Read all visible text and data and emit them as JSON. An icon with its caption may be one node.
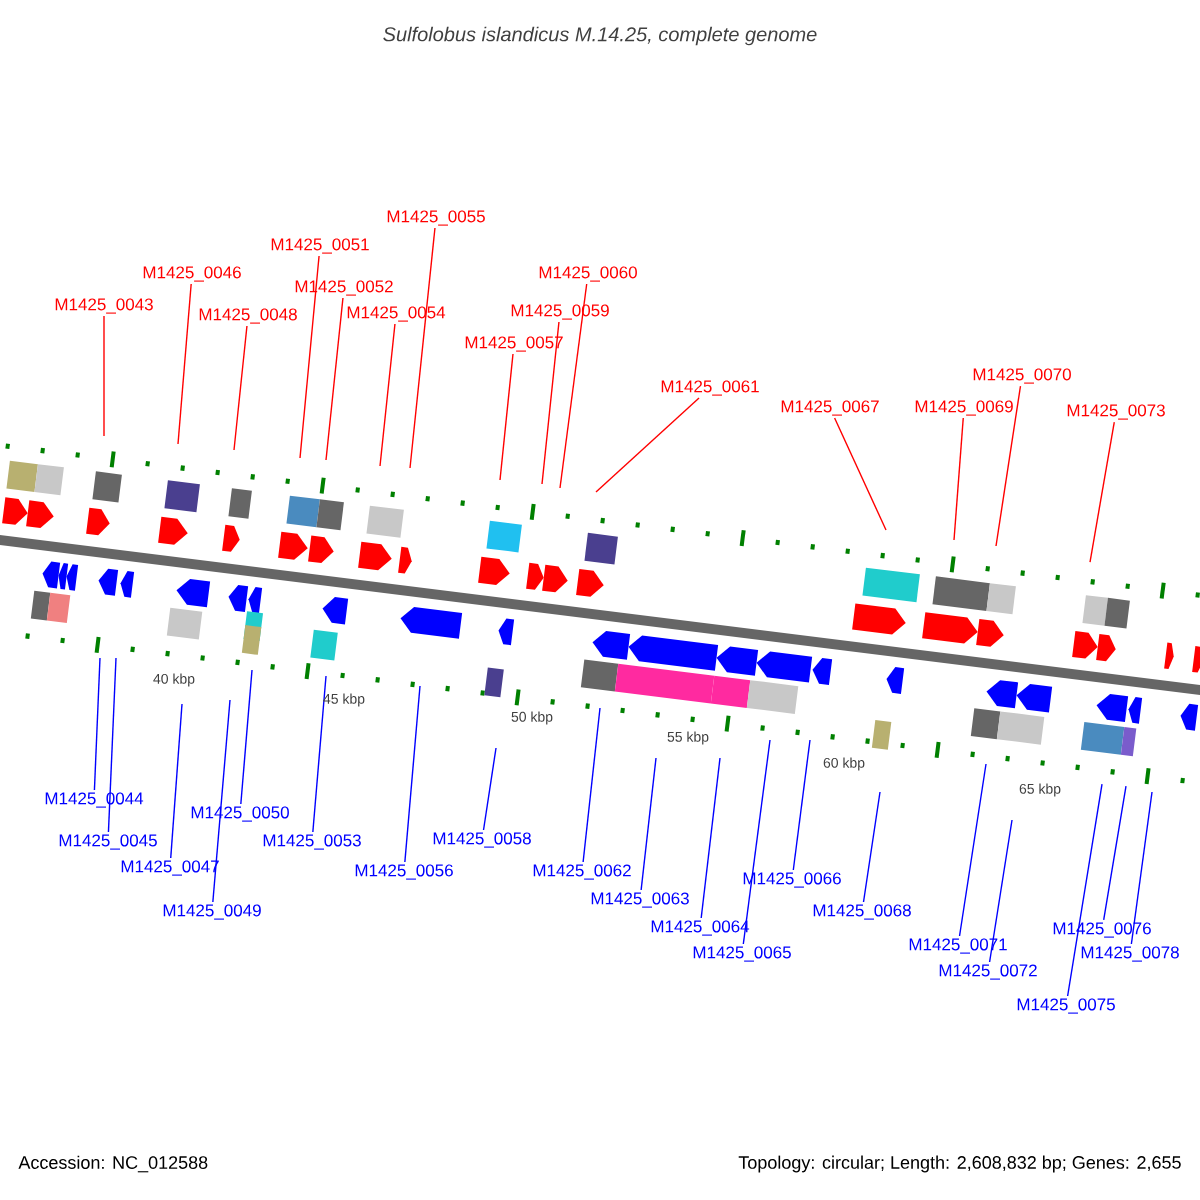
{
  "diagram": {
    "title": "Sulfolobus islandicus M.14.25, complete genome",
    "nodes": [
      {
        "text": [
          "M1425_0043"
        ]
      },
      {
        "text": [
          "M1425_0046"
        ]
      },
      {
        "text": [
          "M1425_0048"
        ]
      },
      {
        "text": [
          "M1425_0051"
        ]
      },
      {
        "text": [
          "M1425_0052"
        ]
      },
      {
        "text": [
          "M1425_0054"
        ]
      },
      {
        "text": [
          "M1425_0055"
        ]
      },
      {
        "text": [
          "M1425_0057"
        ]
      },
      {
        "text": [
          "M1425_0059"
        ]
      },
      {
        "text": [
          "M1425_0060"
        ]
      },
      {
        "text": [
          "M1425_0061"
        ]
      },
      {
        "text": [
          "M1425_0067"
        ]
      },
      {
        "text": [
          "M1425_0069"
        ]
      },
      {
        "text": [
          "M1425_0070"
        ]
      },
      {
        "text": [
          "M1425_0073"
        ]
      },
      {
        "text": [
          "M1425_0044"
        ]
      },
      {
        "text": [
          "M1425_0045"
        ]
      },
      {
        "text": [
          "M1425_0047"
        ]
      },
      {
        "text": [
          "M1425_0049"
        ]
      },
      {
        "text": [
          "M1425_0050"
        ]
      },
      {
        "text": [
          "M1425_0053"
        ]
      },
      {
        "text": [
          "M1425_0056"
        ]
      },
      {
        "text": [
          "M1425_0058"
        ]
      },
      {
        "text": [
          "M1425_0062"
        ]
      },
      {
        "text": [
          "M1425_0063"
        ]
      },
      {
        "text": [
          "M1425_0064"
        ]
      },
      {
        "text": [
          "M1425_0065"
        ]
      },
      {
        "text": [
          "M1425_0066"
        ]
      },
      {
        "text": [
          "M1425_0068"
        ]
      },
      {
        "text": [
          "M1425_0071"
        ]
      },
      {
        "text": [
          "M1425_0072"
        ]
      },
      {
        "text": [
          "M1425_0075"
        ]
      },
      {
        "text": [
          "M1425_0076"
        ]
      },
      {
        "text": [
          "M1425_0078"
        ]
      }
    ],
    "edges": [
      {
        "from": 0,
        "to": null,
        "arrow": "none",
        "color": "#ff0000"
      },
      {
        "from": 1,
        "to": null,
        "arrow": "none",
        "color": "#ff0000"
      },
      {
        "from": 2,
        "to": null,
        "arrow": "none",
        "color": "#ff0000"
      },
      {
        "from": 3,
        "to": null,
        "arrow": "none",
        "color": "#ff0000"
      },
      {
        "from": 4,
        "to": null,
        "arrow": "none",
        "color": "#ff0000"
      },
      {
        "from": 5,
        "to": null,
        "arrow": "none",
        "color": "#ff0000"
      },
      {
        "from": 6,
        "to": null,
        "arrow": "none",
        "color": "#ff0000"
      },
      {
        "from": 7,
        "to": null,
        "arrow": "none",
        "color": "#ff0000"
      },
      {
        "from": 8,
        "to": null,
        "arrow": "none",
        "color": "#ff0000"
      },
      {
        "from": 9,
        "to": null,
        "arrow": "none",
        "color": "#ff0000"
      },
      {
        "from": 10,
        "to": null,
        "arrow": "none",
        "color": "#ff0000"
      },
      {
        "from": 11,
        "to": null,
        "arrow": "none",
        "color": "#ff0000"
      },
      {
        "from": 12,
        "to": null,
        "arrow": "none",
        "color": "#ff0000"
      },
      {
        "from": 13,
        "to": null,
        "arrow": "none",
        "color": "#ff0000"
      },
      {
        "from": 14,
        "to": null,
        "arrow": "none",
        "color": "#ff0000"
      },
      {
        "from": 15,
        "to": null,
        "arrow": "none"
      },
      {
        "from": 16,
        "to": null,
        "arrow": "none"
      },
      {
        "from": 17,
        "to": null,
        "arrow": "none"
      },
      {
        "from": 18,
        "to": null,
        "arrow": "none"
      },
      {
        "from": 19,
        "to": null,
        "arrow": "none"
      },
      {
        "from": 20,
        "to": null,
        "arrow": "none"
      },
      {
        "from": 21,
        "to": null,
        "arrow": "none"
      },
      {
        "from": 22,
        "to": null,
        "arrow": "none"
      },
      {
        "from": 23,
        "to": null,
        "arrow": "none"
      },
      {
        "from": 24,
        "to": null,
        "arrow": "none"
      },
      {
        "from": 25,
        "to": null,
        "arrow": "none"
      },
      {
        "from": 26,
        "to": null,
        "arrow": "none"
      },
      {
        "from": 27,
        "to": null,
        "arrow": "none"
      },
      {
        "from": 28,
        "to": null,
        "arrow": "none"
      },
      {
        "from": 29,
        "to": null,
        "arrow": "none"
      },
      {
        "from": 30,
        "to": null,
        "arrow": "none"
      },
      {
        "from": 31,
        "to": null,
        "arrow": "none"
      },
      {
        "from": 32,
        "to": null,
        "arrow": "none"
      },
      {
        "from": 33,
        "to": null,
        "arrow": "none"
      }
    ],
    "labels": [
      "40 kbp",
      "45 kbp",
      "50 kbp",
      "55 kbp",
      "60 kbp",
      "65 kbp",
      "Accession: NC_012588",
      "Topology: circular; Length: 2,608,832 bp; Genes: 2,655"
    ]
  }
}
